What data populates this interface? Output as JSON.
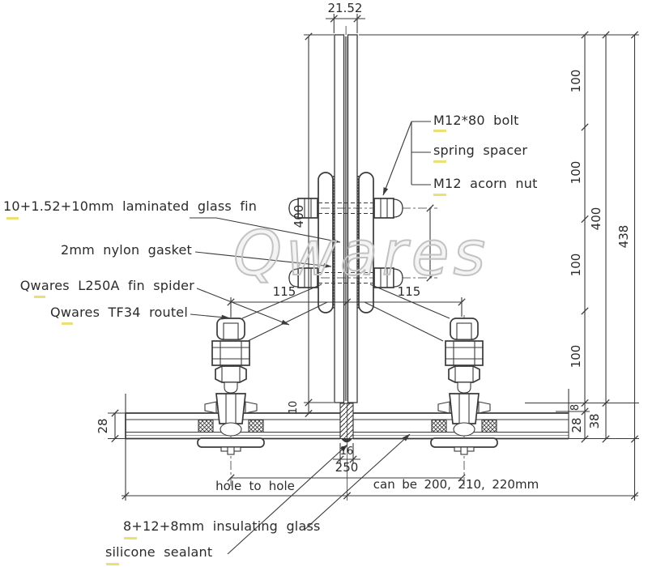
{
  "watermark": "Qwares",
  "colors": {
    "line": "#3a3a3a",
    "highlight": "#e9de6e",
    "watermark": "#c2c2c2"
  },
  "callouts": {
    "left": [
      {
        "text": "10+1.52+10mm laminated glass fin"
      },
      {
        "text": "2mm nylon gasket"
      },
      {
        "text": "Qwares L250A fin spider"
      },
      {
        "text": "Qwares TF34 routel"
      }
    ],
    "right": [
      {
        "text": "M12*80 bolt"
      },
      {
        "text": "spring spacer"
      },
      {
        "text": "M12 acorn nut"
      }
    ],
    "bottom": [
      {
        "text": "8+12+8mm insulating glass"
      },
      {
        "text": "silicone sealant"
      }
    ]
  },
  "dimensions": {
    "fin_width": "21.52",
    "seg_100": "100",
    "right_400": "400",
    "right_total": "438",
    "right_8": "8",
    "right_28": "28",
    "right_38": "38",
    "left_glass_28": "28",
    "fin_height_400": "400",
    "fin_to_glass_gap_10": "10",
    "spider_left_115": "115",
    "spider_right_115": "115",
    "joint_16": "16",
    "hole_spacing_250": "250"
  },
  "notes": {
    "hole_to_hole": "hole to hole",
    "can_be": "can be 200, 210, 220mm"
  }
}
